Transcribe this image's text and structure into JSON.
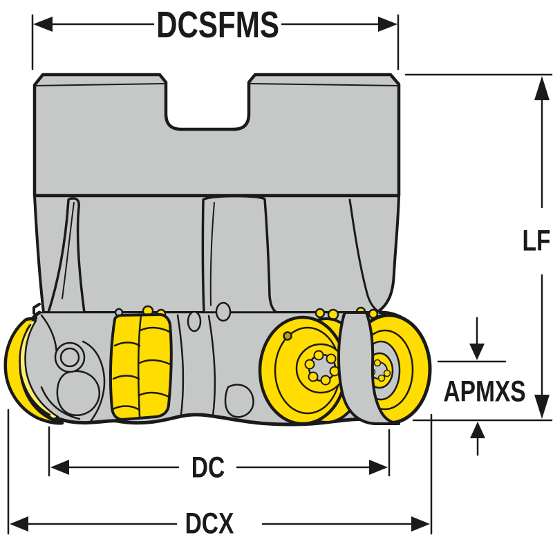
{
  "drawing": {
    "type": "technical-dimension-diagram",
    "subject": "face-milling-cutter-with-round-inserts-side-view",
    "colors": {
      "body_gray": "#c6c8c7",
      "insert_yellow": "#ffdd00",
      "insert_yellow_light": "#ffee70",
      "outline_black": "#1a1a1a",
      "background": "#ffffff",
      "dot_olive": "#b89e00"
    },
    "dimension_labels": {
      "dcsfms": "DCSFMS",
      "lf": "LF",
      "apmxs": "APMXS",
      "dc": "DC",
      "dcx": "DCX"
    }
  }
}
